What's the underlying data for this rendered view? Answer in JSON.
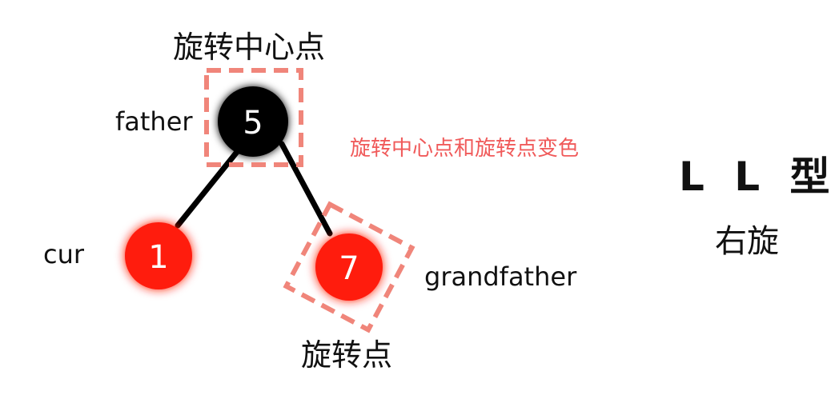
{
  "labels": {
    "rotation_center": "旋转中心点",
    "rotation_point": "旋转点",
    "father": "father",
    "cur": "cur",
    "grandfather": "grandfather",
    "note": "旋转中心点和旋转点变色",
    "type_title": "L L 型",
    "type_sub": "右旋"
  },
  "nodes": {
    "father": {
      "value": "5",
      "color": "#000000"
    },
    "cur": {
      "value": "1",
      "color": "#ff1a0a"
    },
    "grandfather": {
      "value": "7",
      "color": "#ff1a0a"
    }
  },
  "colors": {
    "highlight_box": "#f0857a",
    "note_text": "#f05a5a",
    "edge": "#000000"
  }
}
